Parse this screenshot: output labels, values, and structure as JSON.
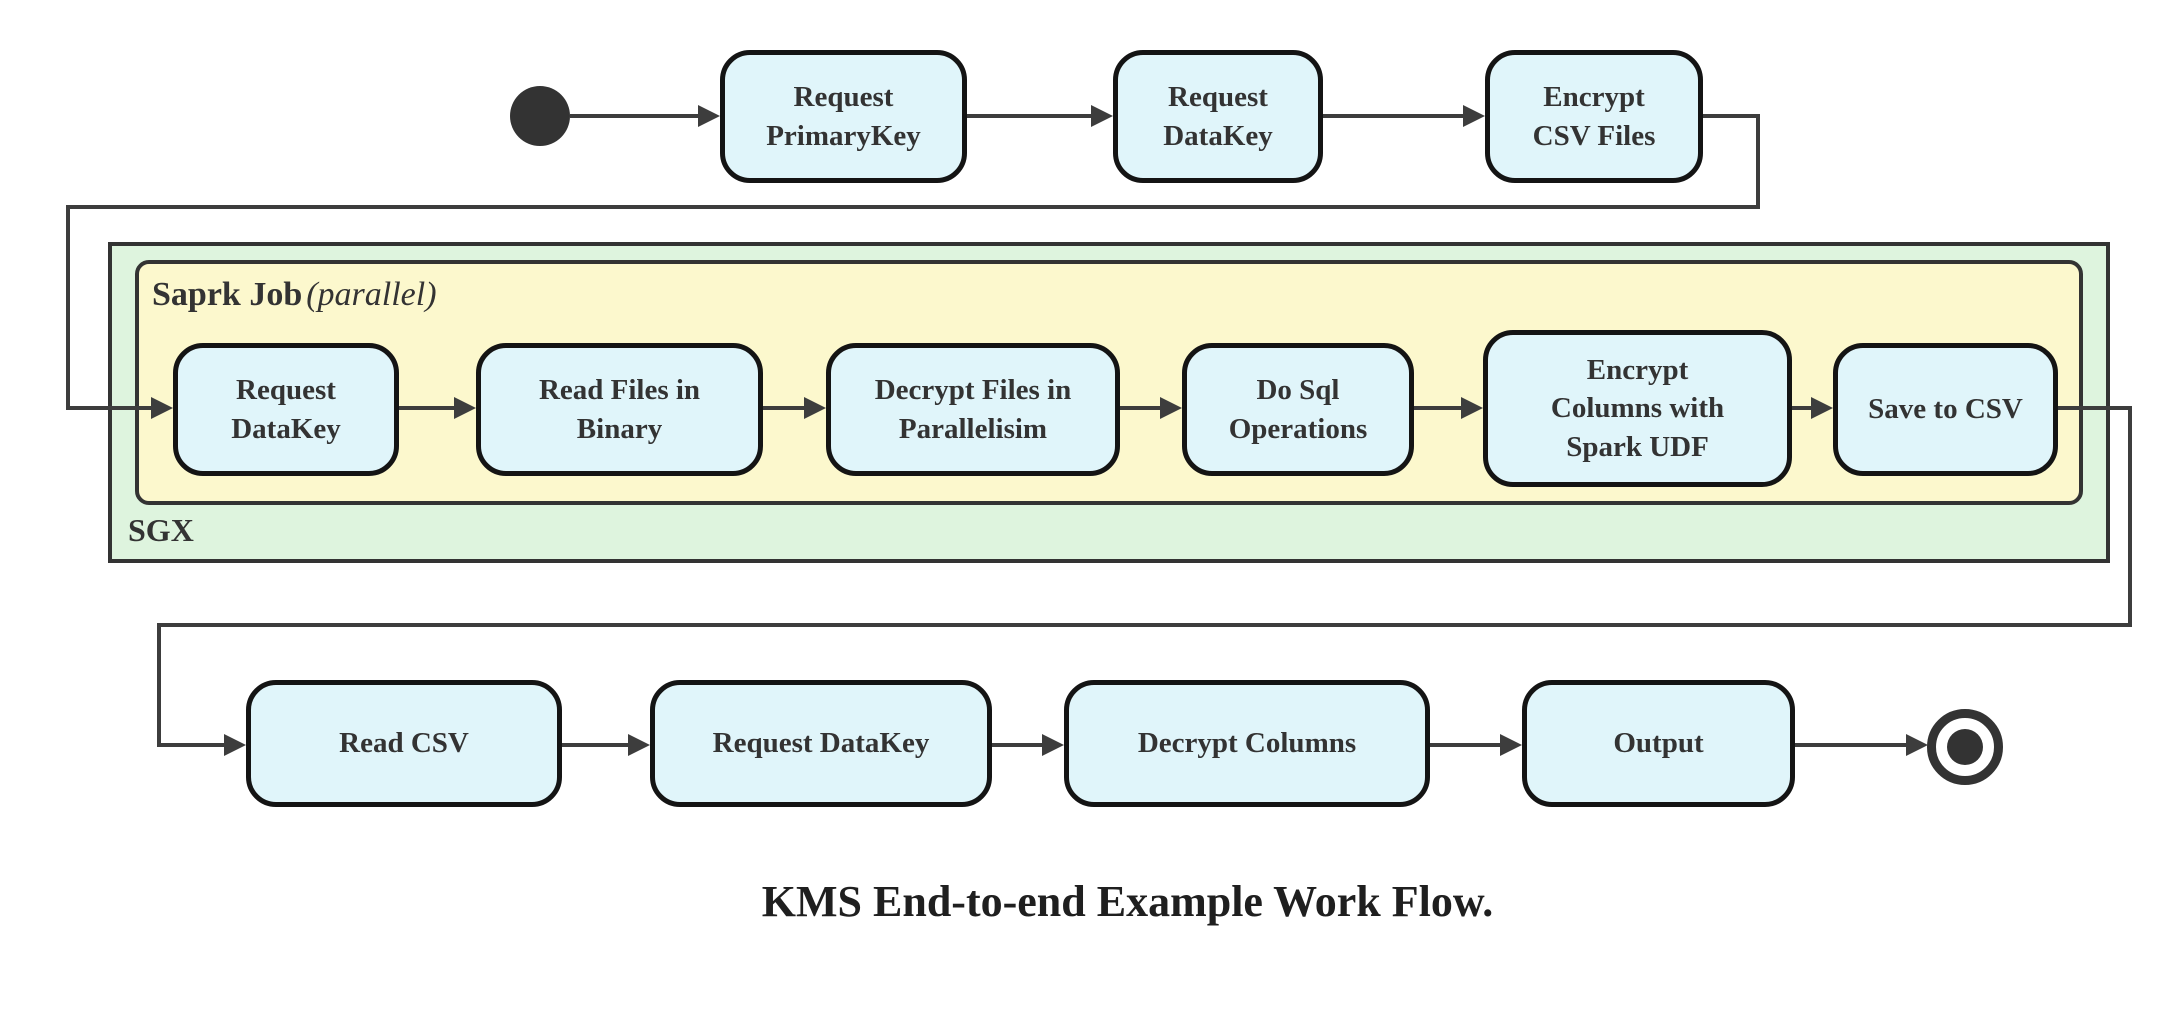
{
  "caption": "KMS End-to-end Example Work Flow.",
  "colors": {
    "node_fill": "#e0f5fa",
    "node_border": "#141414",
    "connector": "#3d3d3d",
    "sgx_fill": "#def4de",
    "spark_fill": "#fcf8cd",
    "container_border": "#333333",
    "text": "#333333"
  },
  "markers": {
    "start": "filled-circle",
    "end": "double-circle"
  },
  "top_flow": {
    "nodes": [
      {
        "label": "Request\nPrimaryKey"
      },
      {
        "label": "Request\nDataKey"
      },
      {
        "label": "Encrypt\nCSV Files"
      }
    ]
  },
  "sgx": {
    "label": "SGX",
    "spark": {
      "title": "Saprk Job",
      "mode": "(parallel)",
      "nodes": [
        {
          "label": "Request\nDataKey"
        },
        {
          "label": "Read Files in\nBinary"
        },
        {
          "label": "Decrypt Files in\nParallelisim"
        },
        {
          "label": "Do Sql\nOperations"
        },
        {
          "label": "Encrypt\nColumns with\nSpark UDF"
        },
        {
          "label": "Save to CSV"
        }
      ]
    }
  },
  "bottom_flow": {
    "nodes": [
      {
        "label": "Read CSV"
      },
      {
        "label": "Request DataKey"
      },
      {
        "label": "Decrypt Columns"
      },
      {
        "label": "Output"
      }
    ]
  }
}
